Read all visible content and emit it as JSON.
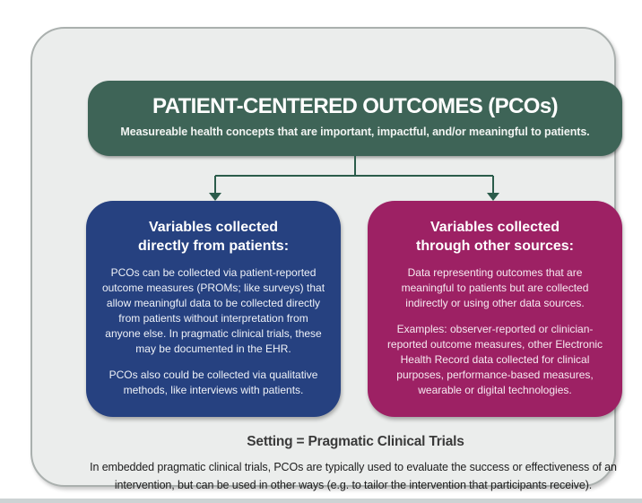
{
  "palette": {
    "page_bg": "#ffffff",
    "container_bg": "#ebedec",
    "container_border": "#aab0ae",
    "header_green": "#3e6457",
    "connector_green": "#2b5c4b",
    "left_box_blue": "#264180",
    "right_box_magenta": "#9d2164",
    "box_text": "#ffffff",
    "footer_heading_text": "#3a3a3a",
    "footer_body_text": "#1c1c1c",
    "bottom_strip": "#cdd3d4"
  },
  "header": {
    "title": "PATIENT-CENTERED OUTCOMES (PCOs)",
    "subtitle": "Measureable health concepts that are important, impactful, and/or meaningful to patients."
  },
  "left_box": {
    "title": "Variables collected\ndirectly from patients:",
    "paragraphs": [
      "PCOs can be collected via patient-reported outcome measures (PROMs; like surveys) that allow meaningful data to be collected directly from patients without interpretation from anyone else. In pragmatic clinical trials, these may be documented in the EHR.",
      "PCOs also could be collected via qualitative methods, like interviews with patients."
    ]
  },
  "right_box": {
    "title": "Variables collected\nthrough other sources:",
    "paragraphs": [
      "Data representing outcomes that are meaningful to patients but are collected indirectly or using other data sources.",
      "Examples: observer-reported or clinician-reported outcome measures, other Electronic Health Record data collected for clinical purposes, performance-based measures, wearable or digital technologies."
    ]
  },
  "footer": {
    "heading": "Setting = Pragmatic Clinical Trials",
    "body": "In embedded pragmatic clinical trials, PCOs are typically used to evaluate the success or effectiveness of an intervention, but can be used in other ways (e.g. to tailor the intervention that participants receive)."
  }
}
